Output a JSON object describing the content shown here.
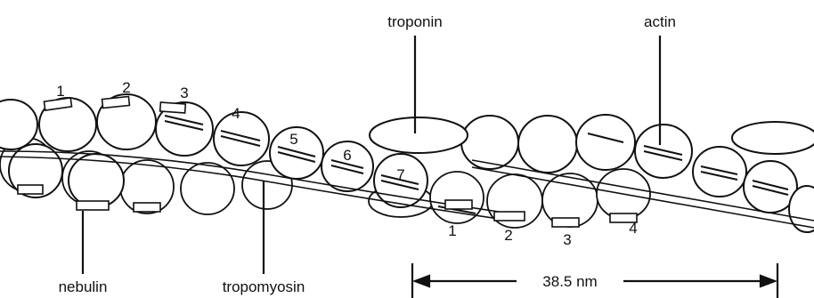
{
  "labels": {
    "troponin": "troponin",
    "actin": "actin",
    "nebulin": "nebulin",
    "tropomyosin": "tropomyosin",
    "scale": "38.5 nm"
  },
  "numbers_top": [
    "1",
    "2",
    "3",
    "4",
    "5",
    "6",
    "7"
  ],
  "numbers_bottom": [
    "1",
    "2",
    "3",
    "4"
  ]
}
